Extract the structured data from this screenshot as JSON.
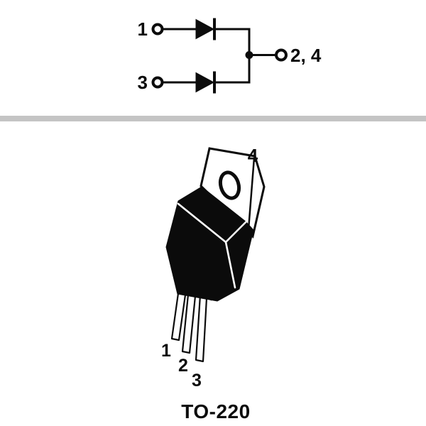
{
  "schematic": {
    "pin1_label": "1",
    "pin3_label": "3",
    "common_label": "2, 4"
  },
  "package_view": {
    "tab_label": "4",
    "lead1_label": "1",
    "lead2_label": "2",
    "lead3_label": "3",
    "caption": "TO-220"
  },
  "colors": {
    "ink": "#0c0c0c",
    "body_fill": "#0b0b0b",
    "divider": "#c4c4c4",
    "shadow": "#9a9a9a",
    "background": "#ffffff"
  }
}
